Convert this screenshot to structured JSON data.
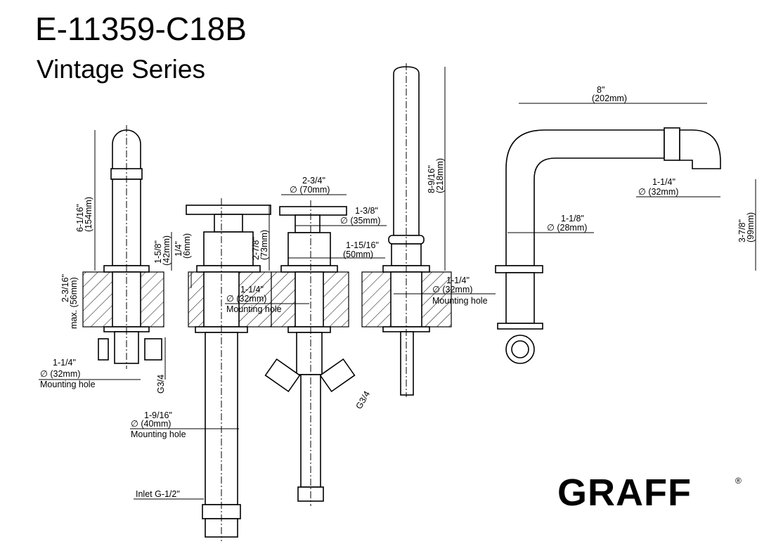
{
  "header": {
    "model": "E-11359-C18B",
    "series": "Vintage Series"
  },
  "brand": {
    "logo": "GRAFF",
    "registered": "®"
  },
  "dims": {
    "spout_height_in": "6-1/16\"",
    "spout_height_mm": "(154mm)",
    "deck_max_in": "2-3/16\"",
    "deck_max_mm": "max. (56mm)",
    "spout_hole_in": "1-1/4\"",
    "spout_hole_mm": "∅ (32mm)",
    "spout_hole_label": "Mounting hole",
    "spout_conn": "G3/4",
    "h1_body_in": "1-5/8\"",
    "h1_body_mm": "(42mm)",
    "h1_gap_in": "1/4\"",
    "h1_gap_mm": "(6mm)",
    "h1_height_in": "2-7/8\"",
    "h1_height_mm": "(73mm)",
    "h1_hole_in": "1-1/4\"",
    "h1_hole_mm": "∅ (32mm)",
    "h1_hole_label": "Mounting hole",
    "h1_pipe_in": "1-9/16\"",
    "h1_pipe_mm": "∅ (40mm)",
    "h1_pipe_label": "Mounting hole",
    "inlet": "Inlet G-1/2\"",
    "h2_wheel_in": "2-3/4\"",
    "h2_wheel_mm": "∅ (70mm)",
    "h2_stem_in": "1-3/8\"",
    "h2_stem_mm": "∅ (35mm)",
    "h2_base_in": "1-15/16\"",
    "h2_base_mm": "(50mm)",
    "h2_conn": "G3/4",
    "hs_height_in": "8-9/16\"",
    "hs_height_mm": "(218mm)",
    "hs_hole_in": "1-1/4\"",
    "hs_hole_mm": "∅ (32mm)",
    "hs_hole_label": "Mounting hole",
    "sp_reach_in": "8\"",
    "sp_reach_mm": "(202mm)",
    "sp_outlet_in": "1-1/4\"",
    "sp_outlet_mm": "∅ (32mm)",
    "sp_pipe_in": "1-1/8\"",
    "sp_pipe_mm": "∅ (28mm)",
    "sp_height_in": "3-7/8\"",
    "sp_height_mm": "(99mm)"
  }
}
